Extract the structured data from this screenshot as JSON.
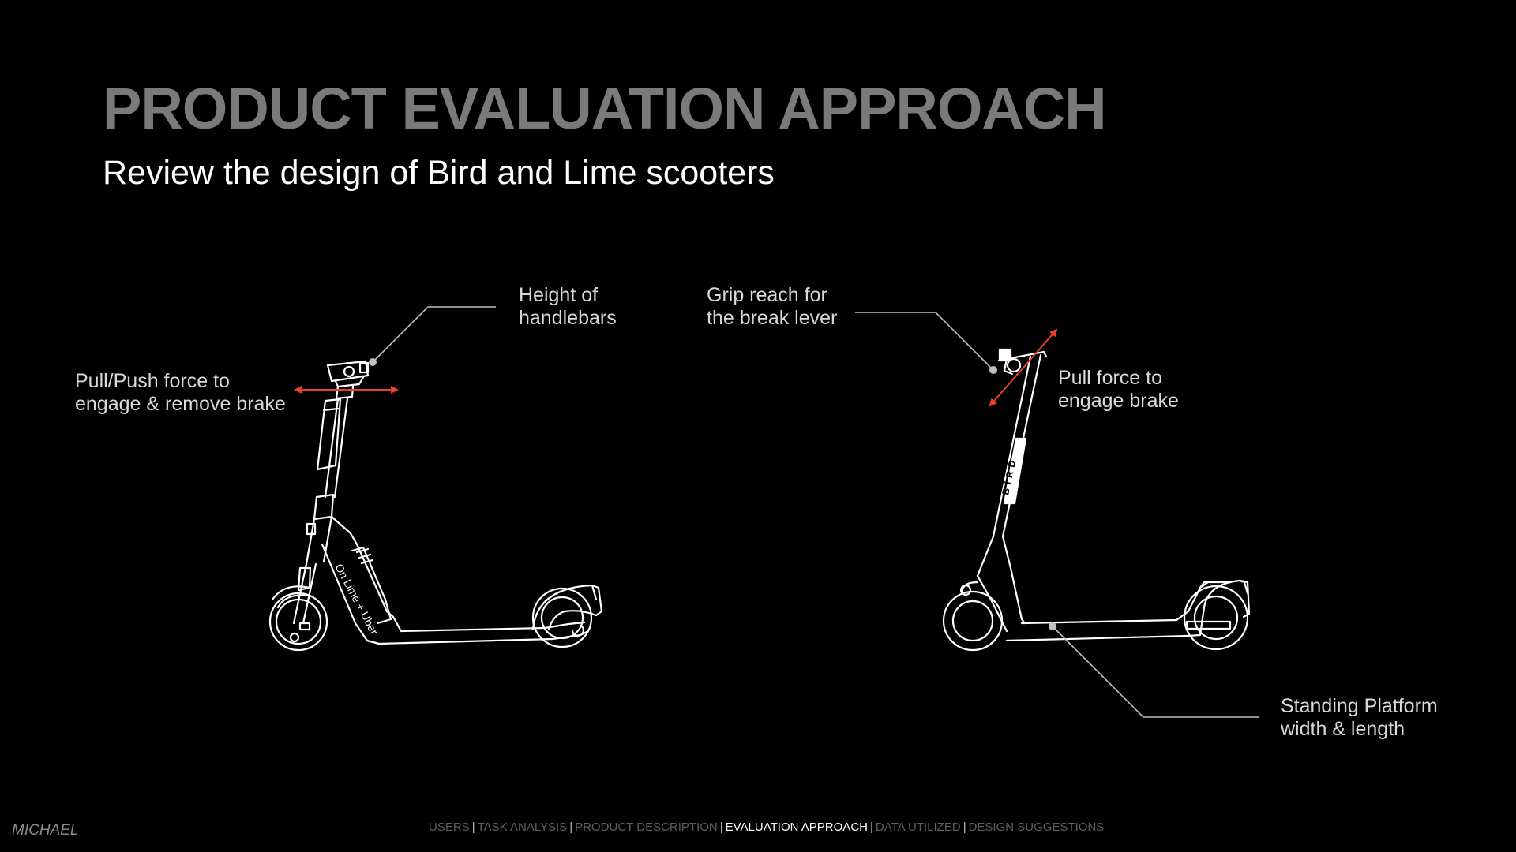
{
  "slide": {
    "title": "PRODUCT EVALUATION APPROACH",
    "subtitle": "Review the design of Bird and Lime scooters"
  },
  "annotations": {
    "handlebar_height": [
      "Height of",
      "handlebars"
    ],
    "push_pull_brake": [
      "Pull/Push force to",
      "engage & remove brake"
    ],
    "grip_reach": [
      "Grip reach for",
      "the break lever"
    ],
    "pull_brake": [
      "Pull force to",
      "engage brake"
    ],
    "platform": [
      "Standing Platform",
      "width & length"
    ]
  },
  "scooters": {
    "lime_decal": "On Lime + Uber",
    "bird_decal": "BIRD"
  },
  "colors": {
    "background": "#000000",
    "title": "#7a7a7a",
    "subtitle": "#ffffff",
    "annotation_text": "#d9d9d9",
    "leader_line": "#bfbfbf",
    "force_arrow": "#e8402a",
    "scooter_outline": "#ffffff"
  },
  "footer": {
    "author": "MICHAEL",
    "nav": [
      {
        "label": "USERS",
        "active": false
      },
      {
        "label": "TASK ANALYSIS",
        "active": false
      },
      {
        "label": "PRODUCT DESCRIPTION",
        "active": false
      },
      {
        "label": "EVALUATION APPROACH",
        "active": true
      },
      {
        "label": "DATA UTILIZED",
        "active": false
      },
      {
        "label": "DESIGN SUGGESTIONS",
        "active": false
      }
    ]
  }
}
